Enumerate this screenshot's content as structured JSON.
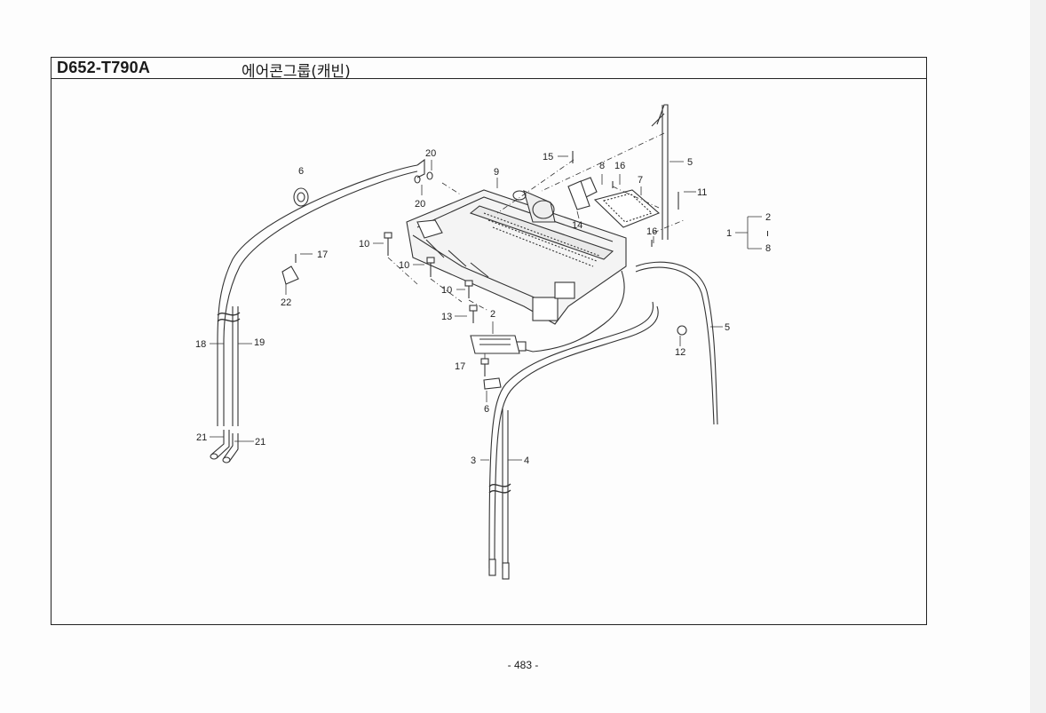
{
  "header": {
    "code": "D652-T790A",
    "title": "에어콘그룹(캐빈)"
  },
  "footer": {
    "page": "- 483 -"
  },
  "callouts": {
    "c1": "1",
    "c2": "2",
    "c2b": "2",
    "c3": "3",
    "c4": "4",
    "c5a": "5",
    "c5b": "5",
    "c6a": "6",
    "c6b": "6",
    "c7": "7",
    "c8a": "8",
    "c8b": "8",
    "c9": "9",
    "c10a": "10",
    "c10b": "10",
    "c10c": "10",
    "c11": "11",
    "c12": "12",
    "c13": "13",
    "c14": "14",
    "c15": "15",
    "c16a": "16",
    "c16b": "16",
    "c17a": "17",
    "c17b": "17",
    "c18": "18",
    "c19": "19",
    "c20a": "20",
    "c20b": "20",
    "c21a": "21",
    "c21b": "21",
    "c22": "22"
  }
}
